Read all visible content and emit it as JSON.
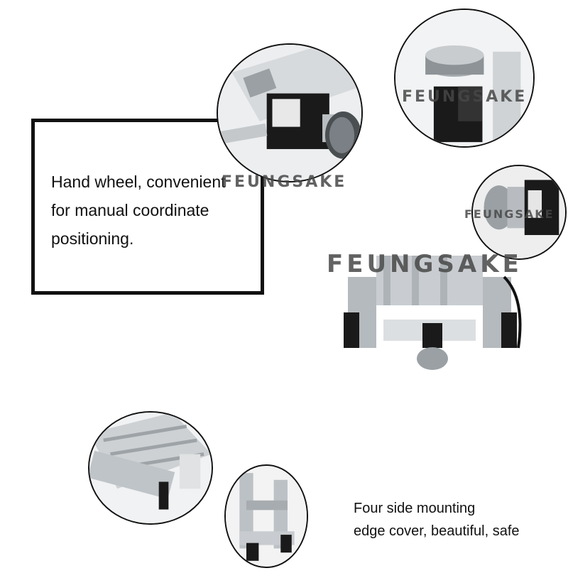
{
  "note": {
    "text": "Hand wheel, convenient\nfor manual coordinate\npositioning."
  },
  "caption": {
    "text": "Four side mounting\nedge cover, beautiful, safe"
  },
  "watermark": {
    "text": "FEUNGSAKE"
  },
  "colors": {
    "frame": "#111111",
    "aluminum": "#c9cdd1",
    "motor": "#1a1a1a"
  }
}
